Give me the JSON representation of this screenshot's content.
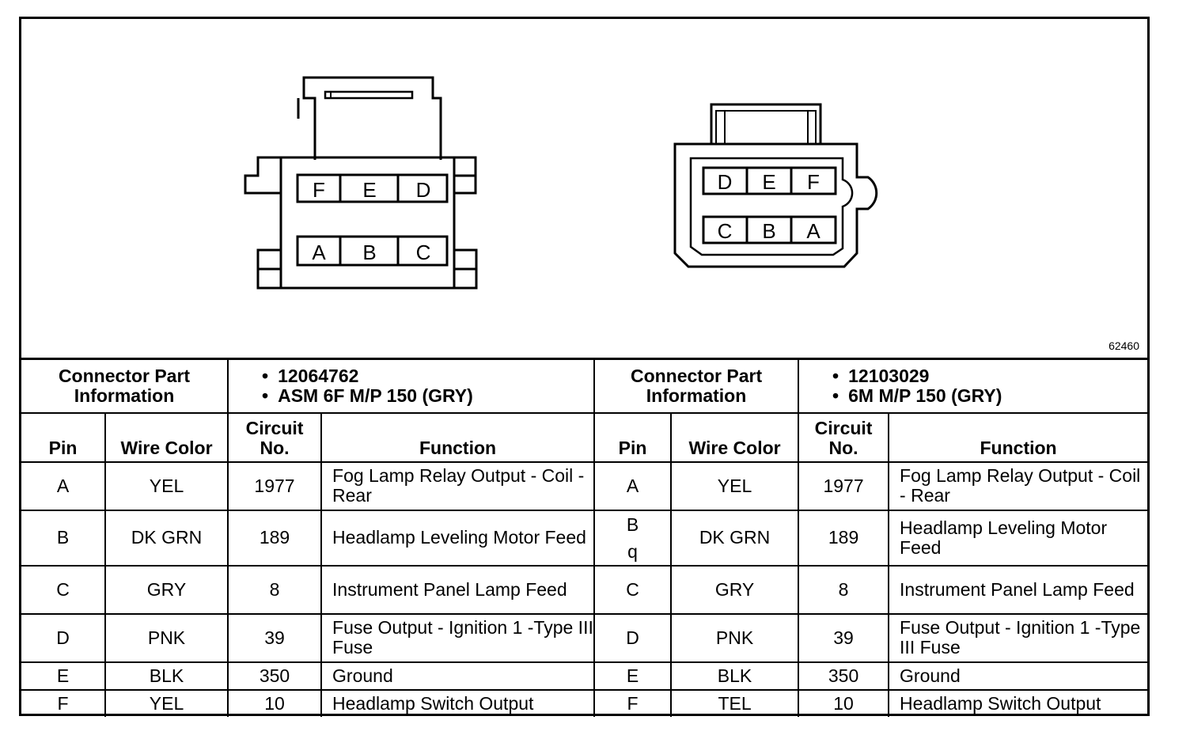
{
  "figure_id": "62460",
  "connector_left": {
    "pins_top": [
      "F",
      "E",
      "D"
    ],
    "pins_bottom": [
      "A",
      "B",
      "C"
    ]
  },
  "connector_right": {
    "pins_top": [
      "D",
      "E",
      "F"
    ],
    "pins_bottom": [
      "C",
      "B",
      "A"
    ]
  },
  "table": {
    "info_title": "Connector Part Information",
    "left_info": [
      "12064762",
      "ASM 6F M/P 150 (GRY)"
    ],
    "right_info": [
      "12103029",
      "6M M/P 150 (GRY)"
    ],
    "headers": {
      "pin": "Pin",
      "wire_color": "Wire Color",
      "circuit_no": "Circuit No.",
      "function": "Function"
    },
    "rows": [
      {
        "left": {
          "pin": "A",
          "color": "YEL",
          "circuit": "1977",
          "function": "Fog Lamp Relay Output - Coil - Rear"
        },
        "right": {
          "pin": "A",
          "color": "YEL",
          "circuit": "1977",
          "function": "Fog Lamp Relay Output - Coil - Rear"
        }
      },
      {
        "left": {
          "pin": "B",
          "color": "DK GRN",
          "circuit": "189",
          "function": "Headlamp Leveling Motor Feed"
        },
        "right": {
          "pin": "B",
          "pin_extra": "q",
          "color": "DK GRN",
          "circuit": "189",
          "function": "Headlamp Leveling Motor Feed"
        }
      },
      {
        "left": {
          "pin": "C",
          "color": "GRY",
          "circuit": "8",
          "function": "Instrument Panel Lamp Feed"
        },
        "right": {
          "pin": "C",
          "color": "GRY",
          "circuit": "8",
          "function": "Instrument Panel Lamp Feed"
        }
      },
      {
        "left": {
          "pin": "D",
          "color": "PNK",
          "circuit": "39",
          "function": "Fuse Output - Ignition 1 -Type III Fuse"
        },
        "right": {
          "pin": "D",
          "color": "PNK",
          "circuit": "39",
          "function": "Fuse Output - Ignition 1 -Type III Fuse"
        }
      },
      {
        "left": {
          "pin": "E",
          "color": "BLK",
          "circuit": "350",
          "function": "Ground"
        },
        "right": {
          "pin": "E",
          "color": "BLK",
          "circuit": "350",
          "function": "Ground"
        }
      },
      {
        "left": {
          "pin": "F",
          "color": "YEL",
          "circuit": "10",
          "function": "Headlamp Switch Output"
        },
        "right": {
          "pin": "F",
          "color": "TEL",
          "circuit": "10",
          "function": "Headlamp Switch Output"
        }
      }
    ]
  }
}
